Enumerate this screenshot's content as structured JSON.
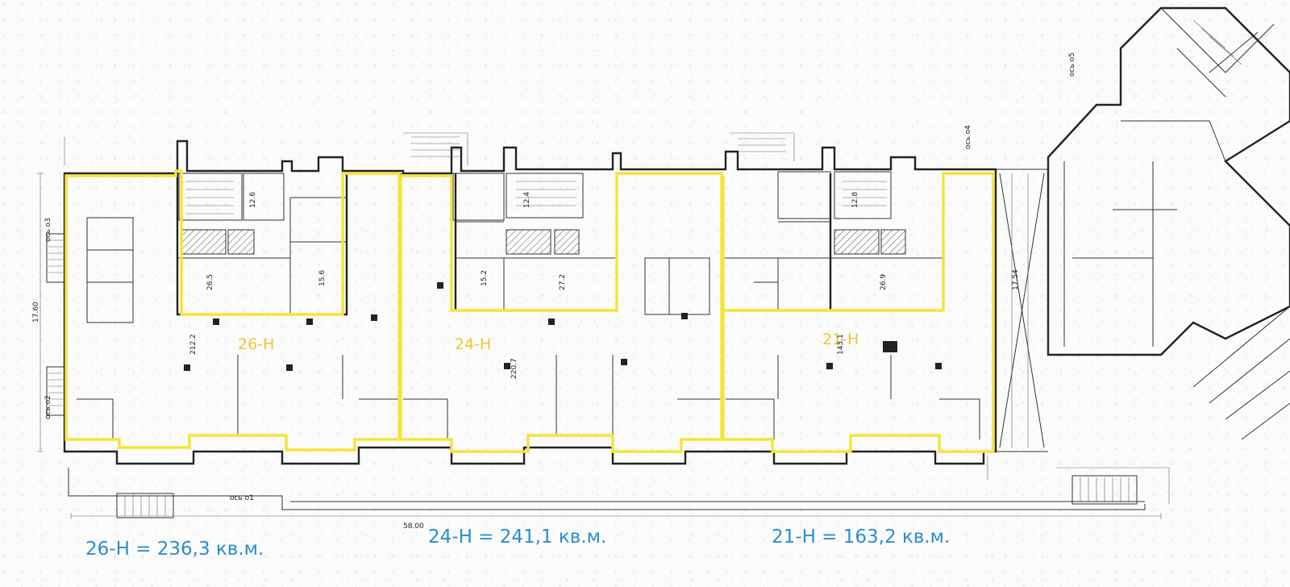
{
  "units": [
    {
      "id": "26-H",
      "label": "26-Н",
      "area_text": "26-Н = 236,3 кв.м."
    },
    {
      "id": "24-H",
      "label": "24-Н",
      "area_text": "24-Н = 241,1 кв.м."
    },
    {
      "id": "21-H",
      "label": "21-Н",
      "area_text": "21-Н = 163,2 кв.м."
    }
  ],
  "colors": {
    "highlight": "#f5e437",
    "area_text": "#2c8ecb",
    "walls": "#222222"
  },
  "plan_labels": {
    "total_length": "58.00",
    "left_depth": "17.60",
    "depth_21": "17.54",
    "room_26_1": "212.2",
    "room_24_2": "220.7",
    "room_21_3": "143.1",
    "room_26_4": "26.5",
    "room_24_4": "27.2",
    "room_21_4": "26.9",
    "room_26_3": "15.6",
    "room_24_3": "15.2",
    "room_26_2": "12.6",
    "room_24_1": "12.4",
    "room_21_2": "12.8",
    "axis_o1": "ось о1",
    "axis_o2": "ось о2",
    "axis_o3": "ось о3",
    "axis_o4": "ось о4",
    "axis_o5": "ось о5"
  }
}
